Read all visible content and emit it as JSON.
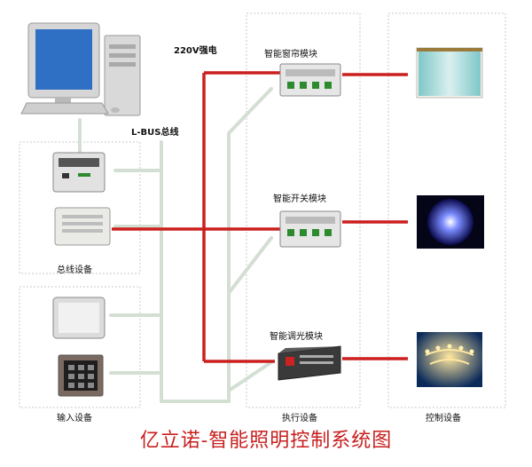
{
  "power_label": "220V强电",
  "bus_label": "L-BUS总线",
  "modules": {
    "curtain": "智能窗帘模块",
    "switch": "智能开关模块",
    "dimmer": "智能调光模块"
  },
  "groups": {
    "bus_devices": "总线设备",
    "input_devices": "输入设备",
    "actuators": "执行设备",
    "controlled": "控制设备"
  },
  "title": "亿立诺-智能照明控制系统图",
  "colors": {
    "power_line": "#cc1f1f",
    "bus_line": "#d4dfd4",
    "title": "#c81e1e"
  }
}
